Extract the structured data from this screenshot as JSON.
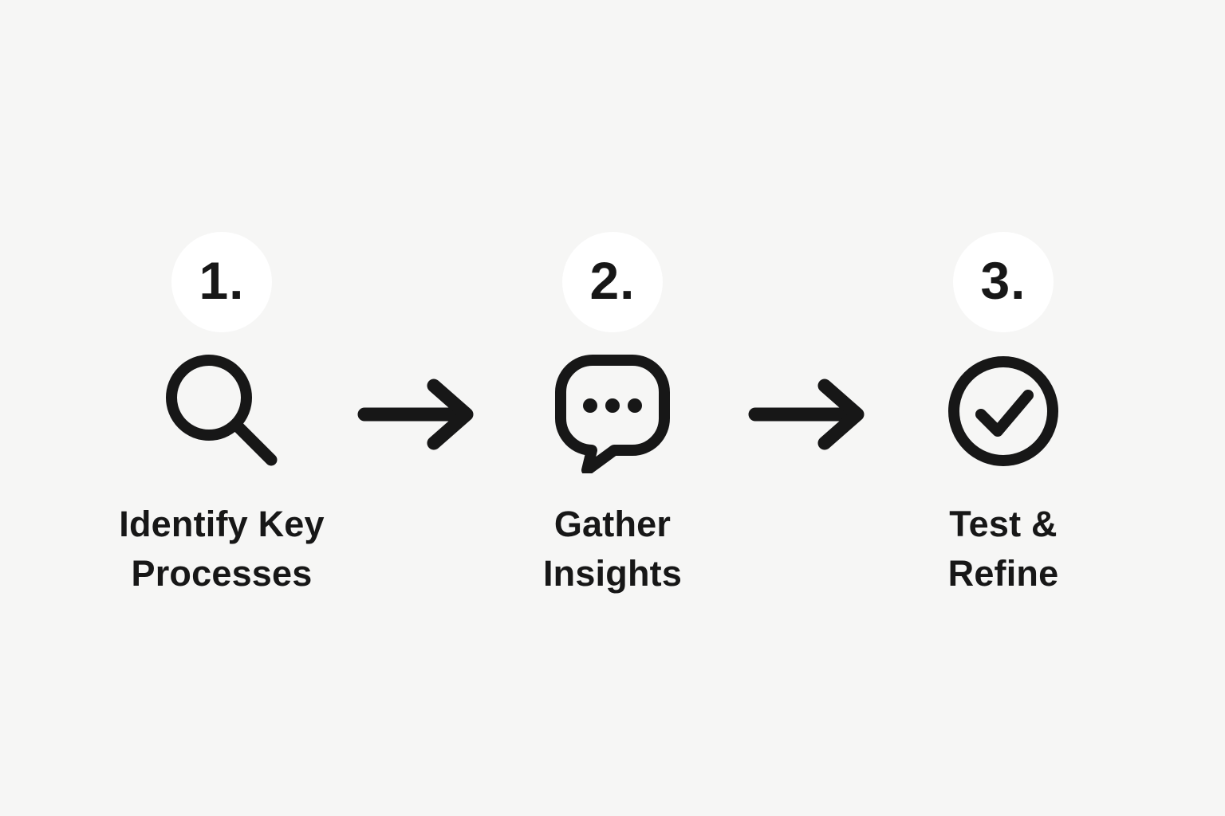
{
  "diagram": {
    "type": "process-flow",
    "direction": "left-to-right",
    "colors": {
      "background": "#f6f6f5",
      "ink": "#171717",
      "number_circle": "#ffffff"
    },
    "steps": [
      {
        "number": "1.",
        "icon": "magnifier-icon",
        "label": "Identify Key\nProcesses"
      },
      {
        "number": "2.",
        "icon": "speech-bubble-icon",
        "label": "Gather\nInsights"
      },
      {
        "number": "3.",
        "icon": "check-circle-icon",
        "label": "Test &\nRefine"
      }
    ],
    "connector": {
      "icon": "right-arrow-icon",
      "count": 2
    }
  }
}
